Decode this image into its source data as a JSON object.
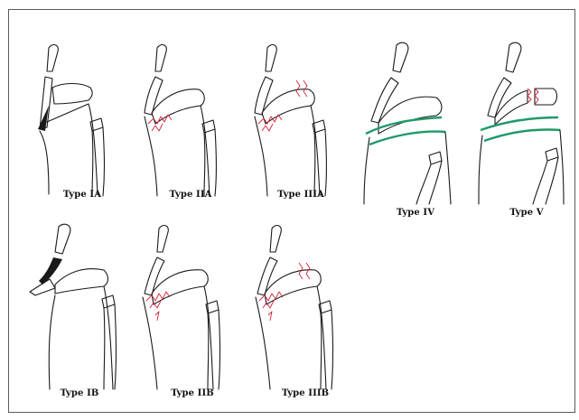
{
  "colors": {
    "line": "#1a1a1a",
    "fracture": "#d2233a",
    "growth_plate_highlight": "#1f9a6a",
    "frame": "#5a5a5a"
  },
  "panels": [
    {
      "id": "ia",
      "label": "Type IA"
    },
    {
      "id": "iia",
      "label": "Type IIA"
    },
    {
      "id": "iiia",
      "label": "Type IIIA"
    },
    {
      "id": "iv",
      "label": "Type IV"
    },
    {
      "id": "v",
      "label": "Type V"
    },
    {
      "id": "ib",
      "label": "Type IB"
    },
    {
      "id": "iib",
      "label": "Type  IIB"
    },
    {
      "id": "iiib",
      "label": "Type  IIIB"
    }
  ]
}
